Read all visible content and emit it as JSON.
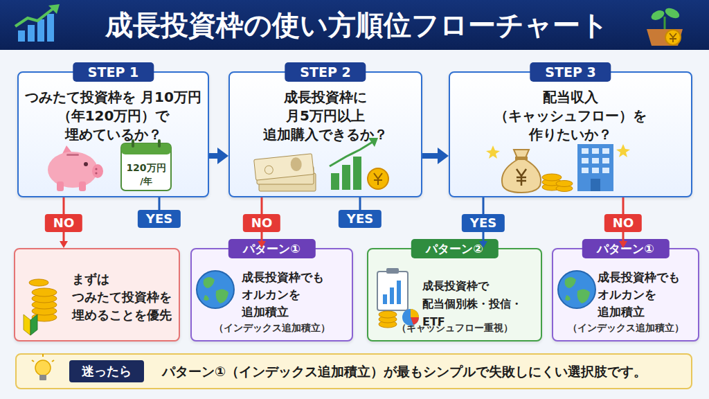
{
  "diagram": {
    "title": "成長投資枠の使い方順位フローチャート",
    "nodes": [
      {
        "text": [
          "STEP 1",
          "つみたて投資枠を 月10万円（年120万円）で 埋めているか？"
        ]
      },
      {
        "text": [
          "STEP 2",
          "成長投資枠に 月5万円以上 追加購入できるか？"
        ]
      },
      {
        "text": [
          "STEP 3",
          "配当収入 （キャッシュフロー）を 作りたいか？"
        ]
      },
      {
        "text": [
          "まずは つみたて投資枠を 埋めることを優先"
        ]
      },
      {
        "text": [
          "パターン①",
          "成長投資枠でも オルカンを 追加積立",
          "（インデックス追加積立）"
        ]
      },
      {
        "text": [
          "パターン②",
          "成長投資枠で 配当個別株・投信・ETF",
          "（キャッシュフロー重視）"
        ]
      },
      {
        "text": [
          "パターン①",
          "成長投資枠でも オルカンを 追加積立",
          "（インデックス追加積立）"
        ]
      },
      {
        "text": [
          "パターン①（インデックス追加積立）が最もシンプルで失敗しにくい選択肢です。"
        ]
      },
      {
        "text": [
          "迷ったら"
        ],
        "in": 7
      }
    ],
    "edges": [
      {
        "from": 0,
        "to": 1,
        "arrow": "to"
      },
      {
        "from": 1,
        "to": 2,
        "arrow": "to"
      },
      {
        "from": 0,
        "to": 3,
        "label": "NO",
        "arrow": "to"
      },
      {
        "from": 1,
        "to": 4,
        "label": "NO",
        "arrow": "to"
      },
      {
        "from": 2,
        "to": 5,
        "label": "YES",
        "arrow": "to"
      },
      {
        "from": 2,
        "to": 6,
        "label": "NO",
        "arrow": "to"
      }
    ],
    "labels": [
      "120万円",
      "/年",
      "YES",
      "YES"
    ]
  }
}
